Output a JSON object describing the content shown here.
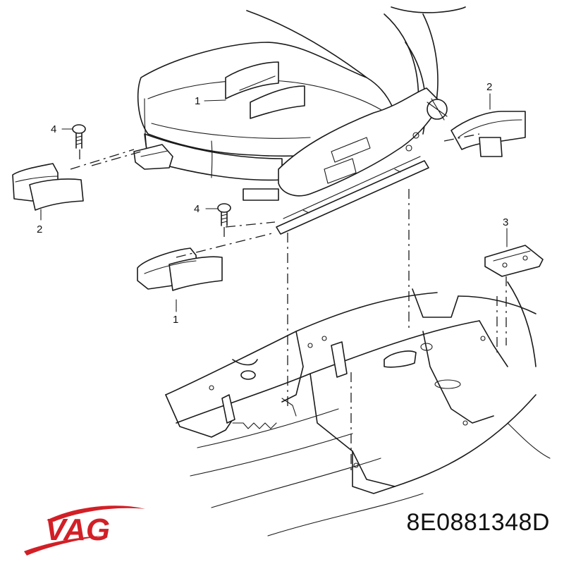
{
  "brand": {
    "logo_text": "VAG",
    "color": "#d21f26"
  },
  "part_number": "8E0881348D",
  "callouts": [
    {
      "id": "c1a",
      "label": "1"
    },
    {
      "id": "c1b",
      "label": "1"
    },
    {
      "id": "c2a",
      "label": "2"
    },
    {
      "id": "c2b",
      "label": "2"
    },
    {
      "id": "c3",
      "label": "3"
    },
    {
      "id": "c4a",
      "label": "4"
    },
    {
      "id": "c4b",
      "label": "4"
    }
  ]
}
